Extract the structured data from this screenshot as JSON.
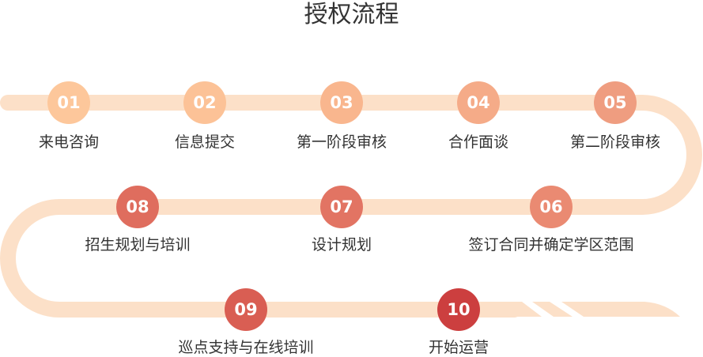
{
  "title": "授权流程",
  "track_color": "#fce0c8",
  "steps": [
    {
      "num": "01",
      "label": "来电咨询",
      "color": "#fdc79b"
    },
    {
      "num": "02",
      "label": "信息提交",
      "color": "#fcc297"
    },
    {
      "num": "03",
      "label": "第一阶段审核",
      "color": "#f9b68e"
    },
    {
      "num": "04",
      "label": "合作面谈",
      "color": "#f5ab88"
    },
    {
      "num": "05",
      "label": "第二阶段审核",
      "color": "#ef9d80"
    },
    {
      "num": "06",
      "label": "签订合同并确定学区范围",
      "color": "#ea8a72"
    },
    {
      "num": "07",
      "label": "设计规划",
      "color": "#e27463"
    },
    {
      "num": "08",
      "label": "招生规划与培训",
      "color": "#df6d5e"
    },
    {
      "num": "09",
      "label": "巡点支持与在线培训",
      "color": "#d95e53"
    },
    {
      "num": "10",
      "label": "开始运营",
      "color": "#cc3f3f"
    }
  ]
}
